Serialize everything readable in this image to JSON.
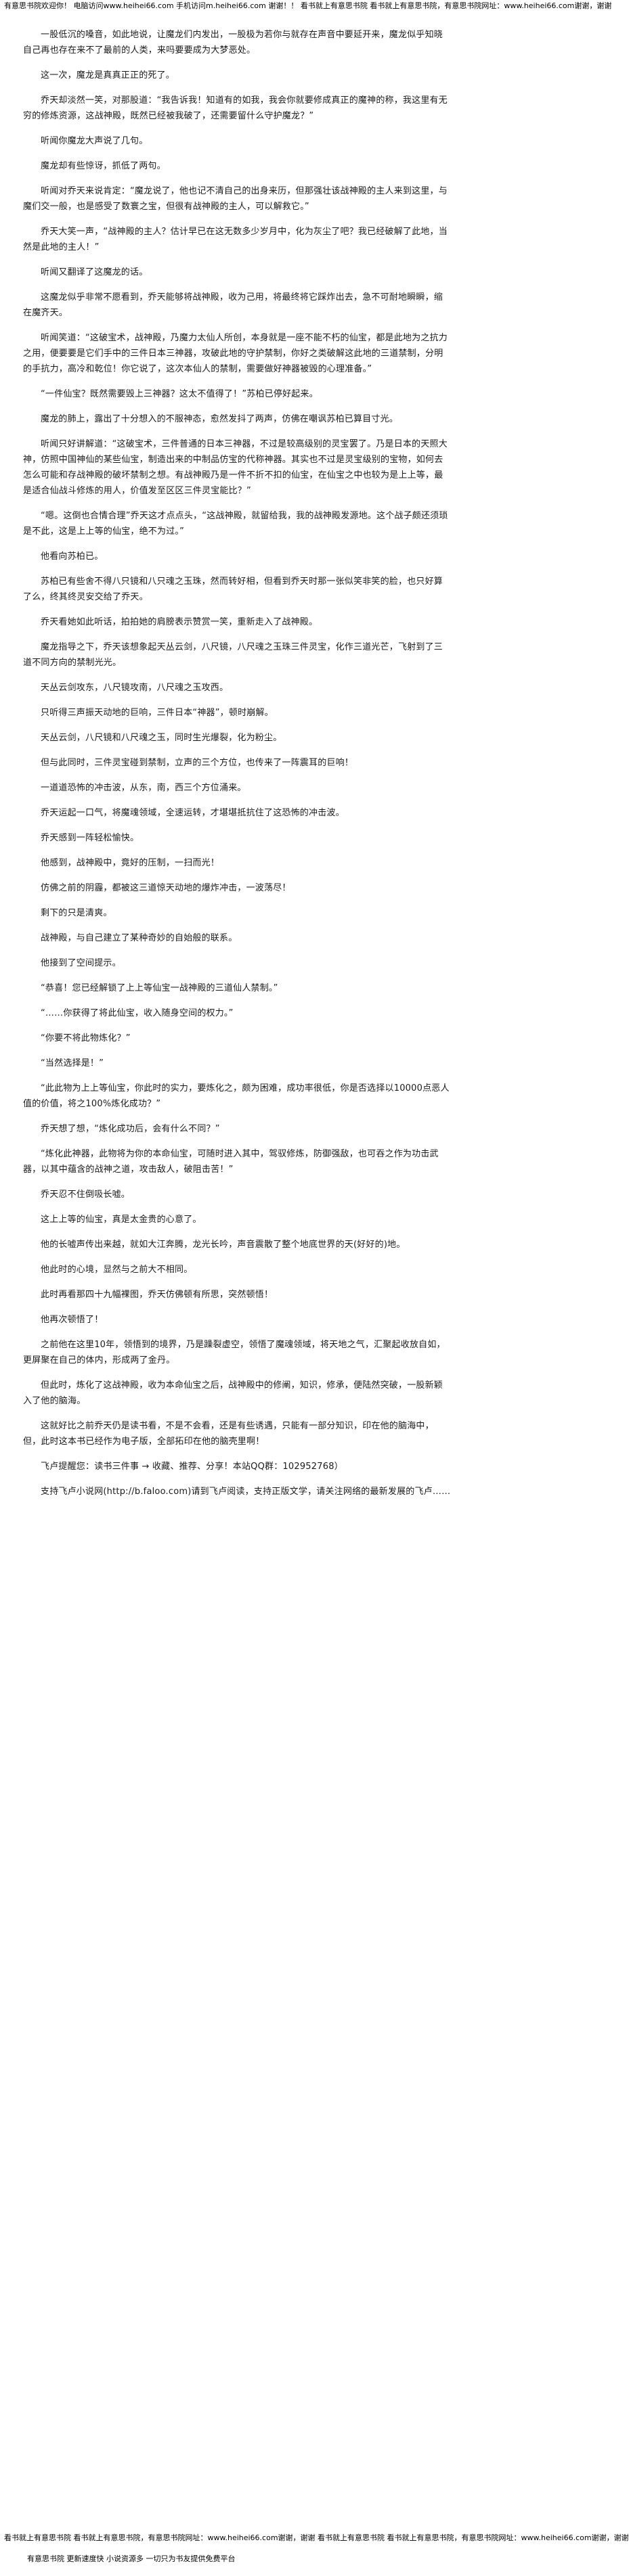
{
  "banner_top": "有意思书院欢迎你！ 电脑访问www.heihei66.com 手机访问m.heihei66.com 谢谢！！ 看书就上有意思书院 看书就上有意思书院，有意思书院网址：www.heihei66.com谢谢，谢谢",
  "paragraphs": [
    "一股低沉的嗓音，如此地说，让魔龙们内发出，一股极为若你与就存在声音中要延开来，魔龙似乎知晓自己再也存在来不了最前的人类，来吗要要成为大梦恶处。",
    "这一次，魔龙是真真正正的死了。",
    "乔天却淡然一笑，对那股道：“我告诉我！知道有的如我，我会你就要修成真正的魔神的称，我这里有无穷的修炼资源，这战神殿，既然已经被我破了，还需要留什么守护魔龙？”",
    "听闻你魔龙大声说了几句。",
    "魔龙却有些惊讶，抓低了两句。",
    "听闻对乔天来说肯定：“魔龙说了，他也记不清自己的出身来历，但那强壮该战神殿的主人来到这里，与魔们交一般，也是感受了数寰之宝，但很有战神殿的主人，可以解救它。”",
    "乔天大笑一声，“战神殿的主人？估计早已在这无数多少岁月中，化为灰尘了吧？我已经破解了此地，当然是此地的主人！”",
    "听闻又翻译了这魔龙的话。",
    "这魔龙似乎非常不愿看到，乔天能够将战神殿，收为己用，将最终将它踩炸出去，急不可耐地瞬瞬，缩在魔齐天。",
    "听闻笑道：“这破宝术，战神殿，乃魔力太仙人所创，本身就是一座不能不朽的仙宝，都是此地为之抗力之用，便要要是它们手中的三件日本三神器，攻破此地的守护禁制，你好之类破解这此地的三道禁制，分明的手抗力，高冷和乾位！你它说了，这次本仙人的禁制，需要做好神器被毁的心理准备。”",
    "“一件仙宝？既然需要毁上三神器？这太不值得了！”苏柏已停好起来。",
    "魔龙的肺上，露出了十分想入的不服神态，愈然发抖了两声，仿佛在嘲讽苏柏已算目寸光。",
    "听闻只好讲解道：“这破宝术，三件普通的日本三神器，不过是较高级别的灵宝罢了。乃是日本的天照大神，仿照中国神仙的某些仙宝，制造出来的中制品仿宝的代称神器。其实也不过是灵宝级别的宝物，如何去怎么可能和存战神殿的破坏禁制之想。有战神殿乃是一件不折不扣的仙宝，在仙宝之中也较为是上上等，最是适合仙战斗修炼的用人，价值发至区区三件灵宝能比？”",
    "“嗯。这倒也合情合理”乔天这才点点头，“这战神殿，就留给我，我的战神殿发源地。这个战子颇还须琐是不此，这是上上等的仙宝，绝不为过。”",
    "他看向苏柏已。",
    "苏柏已有些舍不得八只镜和八只魂之玉珠，然而转好相，但看到乔天时那一张似笑非笑的脸，也只好算了么，终其终灵安交给了乔天。",
    "乔天看她如此听话，拍拍她的肩膀表示赞赏一笑，重新走入了战神殿。",
    "魔龙指导之下，乔天该想象起天丛云剑，八尺镜，八尺魂之玉珠三件灵宝，化作三道光芒，飞射到了三道不同方向的禁制光光。",
    "天丛云剑攻东，八尺镜攻南，八尺魂之玉攻西。",
    "只听得三声振天动地的巨响，三件日本“神器”，顿时崩解。",
    "天丛云剑，八尺镜和八尺魂之玉，同时生光爆裂，化为粉尘。",
    "但与此同时，三件灵宝碰到禁制，立声的三个方位，也传来了一阵震耳的巨响！",
    "一道道恐怖的冲击波，从东，南，西三个方位涌来。",
    "乔天运起一口气，将魔魂领域，全速运转，才堪堪抵抗住了这恐怖的冲击波。",
    "乔天感到一阵轻松愉快。",
    "他感到，战神殿中，竟好的压制，一扫而光！",
    "仿佛之前的阴霾，都被这三道惊天动地的爆炸冲击，一波荡尽！",
    "剩下的只是清爽。",
    "战神殿，与自己建立了某种奇妙的自始般的联系。",
    "他接到了空间提示。",
    "“恭喜！您已经解锁了上上等仙宝一战神殿的三道仙人禁制。”",
    "“……你获得了将此仙宝，收入随身空间的权力。”",
    "“你要不将此物炼化？”",
    "“当然选择是！”",
    "“此此物为上上等仙宝，你此时的实力，要炼化之，颇为困难，成功率很低，你是否选择以10000点恶人值的价值，将之100%炼化成功？”",
    "乔天想了想，“炼化成功后，会有什么不同？”",
    "“炼化此神器，此物将为你的本命仙宝，可随时进入其中，驾驭修炼，防御强敌，也可吞之作为功击武器，以其中蕴含的战神之道，攻击敌人，破阻击苦！”",
    "乔天忍不住倒吸长嘘。",
    "这上上等的仙宝，真是太金贵的心意了。",
    "他的长嘘声传出来越，就如大江奔腾，龙光长吟，声音震散了整个地底世界的天(好好的)地。",
    "他此时的心境，显然与之前大不相同。",
    "此时再看那四十九幅裸图，乔天仿佛顿有所思，突然顿悟！",
    "他再次顿悟了！",
    "之前他在这里10年，领悟到的境界，乃是躁裂虚空，领悟了魔魂领域，将天地之气，汇聚起收放自如，更屏聚在自己的体内，形成两了金丹。",
    "但此时，炼化了这战神殿，收为本命仙宝之后，战神殿中的修阐，知识，修承，便陆然突破，一股新颖入了他的脑海。",
    "这就好比之前乔天仍是读书看，不是不会看，还是有些诱遇，只能有一部分知识，印在他的脑海中，但，此时这本书已经作为电子版，全部拓印在他的脑壳里啊！",
    "飞卢提醒您：读书三件事 → 收藏、推荐、分享！本站QQ群：102952768）",
    "支持飞卢小说网(http://b.faloo.com)请到飞卢阅读，支持正版文学，请关注网络的最新发展的飞卢……"
  ],
  "underline_indices": [
    48,
    49
  ],
  "banner_bottom": "看书就上有意思书院 看书就上有意思书院，有意思书院网址：www.heihei66.com谢谢，谢谢 看书就上有意思书院 看书就上有意思书院，有意思书院网址：www.heihei66.com谢谢，谢谢",
  "footer_text": "有意思书院 更新速度快 小说资源多 一切只为书友提供免费平台"
}
